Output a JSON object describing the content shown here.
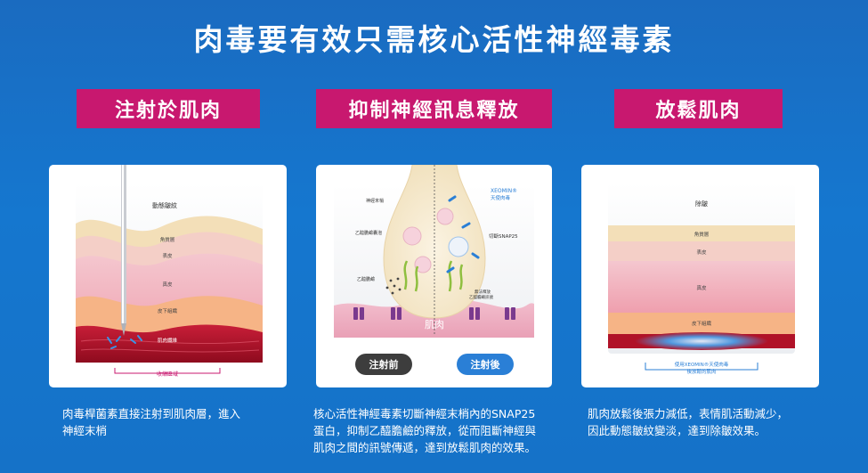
{
  "title": "肉毒要有效只需核心活性神經毒素",
  "steps": [
    {
      "heading": "注射於肌肉",
      "labels": {
        "dynamic_wrinkle": "動態皺紋",
        "stratum_corneum": "角質層",
        "epidermis": "表皮",
        "dermis": "真皮",
        "subcutaneous": "皮下組織",
        "muscle_fiber": "肌肉纖維",
        "contraction_zone": "收縮區域"
      },
      "description": [
        "肉毒桿菌素直接注射到肌肉層，進入",
        "神經末梢"
      ]
    },
    {
      "heading": "抑制神經訊息釋放",
      "labels": {
        "nerve_ending": "神經末梢",
        "vesicle": "乙醯膽鹼囊泡",
        "acetylcholine": "乙醯膽鹼",
        "xeomin": "XEOMIN®",
        "xeomin_sub": "天使肉毒",
        "cut_snap25": "切斷SNAP25",
        "no_release_1": "無法釋放",
        "no_release_2": "乙醯膽鹼訊號",
        "muscle": "肌肉",
        "before": "注射前",
        "after": "注射後"
      },
      "description": [
        "核心活性神經毒素切斷神經末梢內的SNAP25",
        "蛋白，抑制乙醯膽鹼的釋放，從而阻斷神經與",
        "肌肉之間的訊號傳遞，達到放鬆肌肉的效果。"
      ]
    },
    {
      "heading": "放鬆肌肉",
      "labels": {
        "wrinkle_removal": "除皺",
        "stratum_corneum": "角質層",
        "epidermis": "表皮",
        "dermis": "真皮",
        "subcutaneous": "皮下組織",
        "relaxed_1": "使用XEOMIN®天使肉毒",
        "relaxed_2": "後放鬆的肌肉"
      },
      "description": [
        "肌肉放鬆後張力減低，表情肌活動減少，",
        "因此動態皺紋變淡，達到除皺效果。"
      ]
    }
  ],
  "colors": {
    "background": "#1572c8",
    "heading_bg": "#c8186f",
    "panel_bg": "#ffffff",
    "muscle": "#b01228",
    "xeomin_blue": "#2a7fd6"
  }
}
